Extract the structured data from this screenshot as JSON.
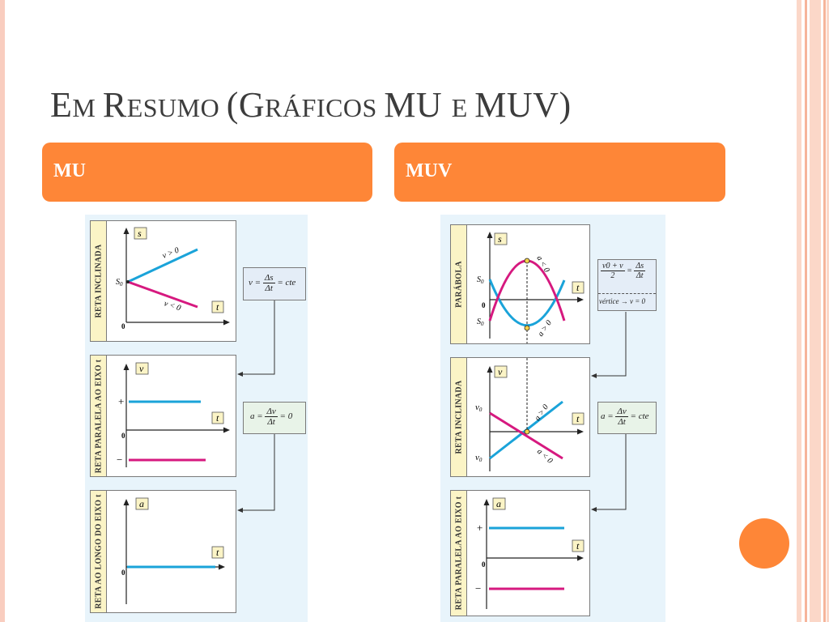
{
  "slide": {
    "title_parts": [
      "E",
      "M ",
      "R",
      "ESUMO ",
      "(G",
      "RÁFICOS ",
      "MU ",
      "E ",
      "MUV)"
    ],
    "colors": {
      "accent": "#fe8637",
      "panel": "#e8f4fb",
      "label_bg": "#fbf4c6",
      "blue": "#1aa3d9",
      "magenta": "#d6197f"
    }
  },
  "columns": {
    "mu": {
      "header": "MU"
    },
    "muv": {
      "header": "MUV"
    }
  },
  "mu_graphs": {
    "g1": {
      "side": "RETA  INCLINADA",
      "ylabel": "s",
      "xlabel": "t",
      "s0": "S",
      "s0sub": "0",
      "zero": "0",
      "up": "v > 0",
      "down": "v < 0"
    },
    "g2": {
      "side": "RETA PARALELA AO EIXO t",
      "ylabel": "v",
      "xlabel": "t",
      "plus": "+",
      "minus": "−",
      "zero": "0"
    },
    "g3": {
      "side": "RETA AO LONGO DO EIXO t",
      "ylabel": "a",
      "xlabel": "t",
      "zero": "0"
    },
    "f1": {
      "lhs": "v =",
      "num": "Δs",
      "den": "Δt",
      "rhs": "= cte"
    },
    "f2": {
      "lhs": "a =",
      "num": "Δv",
      "den": "Δt",
      "rhs": "= 0"
    }
  },
  "muv_graphs": {
    "g1": {
      "side": "PARÁBOLA",
      "ylabel": "s",
      "xlabel": "t",
      "s0": "S",
      "s0sub": "0",
      "zero": "0",
      "neg": "a < 0",
      "pos": "a > 0"
    },
    "g2": {
      "side": "RETA  INCLINADA",
      "ylabel": "v",
      "xlabel": "t",
      "v0": "v",
      "v0sub": "0",
      "pos": "a > 0",
      "neg": "a < 0"
    },
    "g3": {
      "side": "RETA PARALELA AO EIXO t",
      "ylabel": "a",
      "xlabel": "t",
      "plus": "+",
      "minus": "−",
      "zero": "0"
    },
    "f1": {
      "num": "v0 + v",
      "den": "2",
      "eq": "=",
      "num2": "Δs",
      "den2": "Δt",
      "vertex": "vértice → v = 0"
    },
    "f2": {
      "lhs": "a =",
      "num": "Δv",
      "den": "Δt",
      "rhs": "= cte"
    }
  }
}
